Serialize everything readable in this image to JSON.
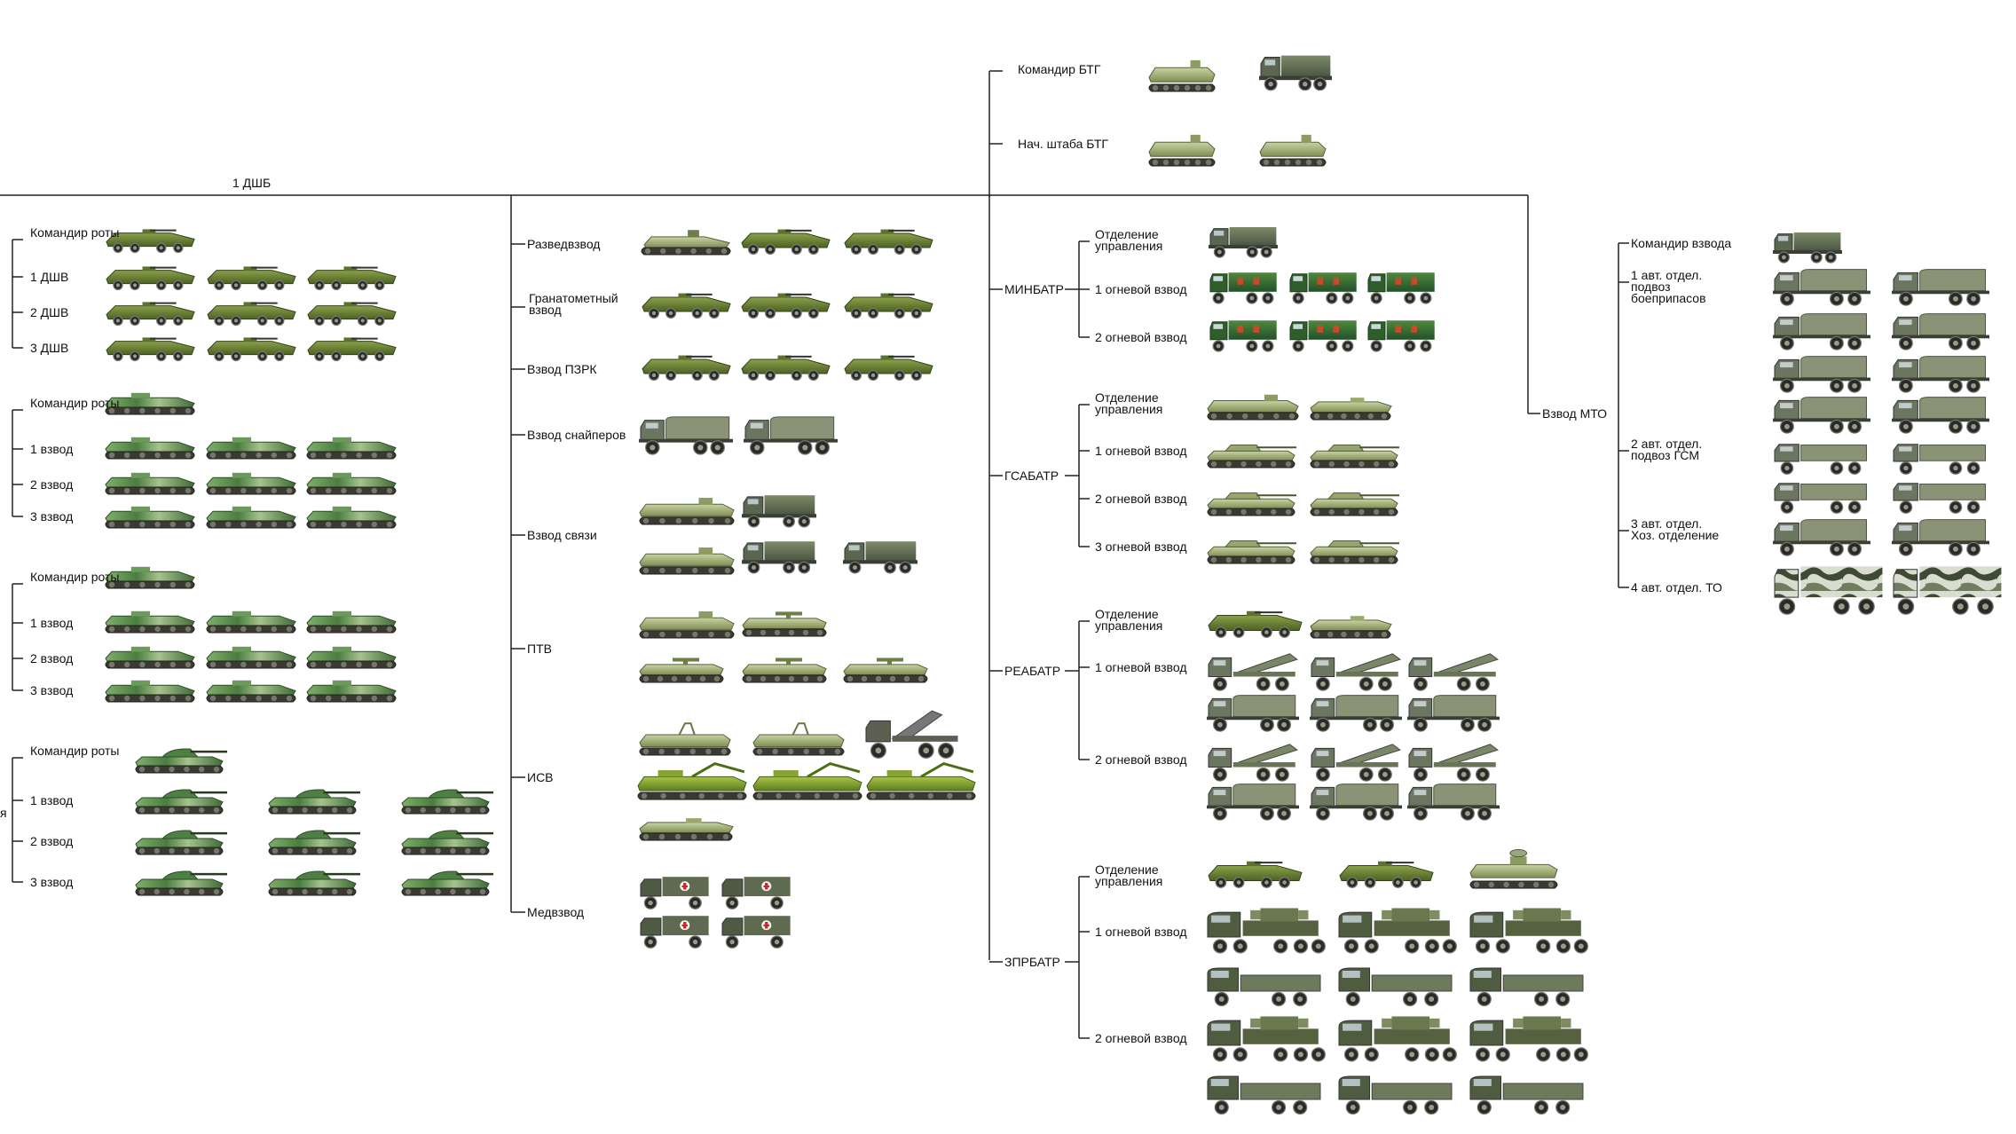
{
  "chart_data": {
    "type": "diagram",
    "subtitle": "1 ДШБ",
    "hq": [
      {
        "label": "Командир БТГ",
        "vehicles": [
          "ifv-tracked",
          "truck-box"
        ]
      },
      {
        "label": "Нач. штаба БТГ",
        "vehicles": [
          "ifv-tracked",
          "ifv-tracked"
        ]
      }
    ],
    "dshb": [
      {
        "label": "Командир роты",
        "vehicles": [
          "btr"
        ]
      },
      {
        "label": "1 ДШВ",
        "vehicles": [
          "btr",
          "btr",
          "btr"
        ]
      },
      {
        "label": "2 ДШВ",
        "vehicles": [
          "btr",
          "btr",
          "btr"
        ]
      },
      {
        "label": "3 ДШВ",
        "vehicles": [
          "btr",
          "btr",
          "btr"
        ]
      },
      {
        "label": "Командир роты",
        "vehicles": [
          "bmd"
        ]
      },
      {
        "label": "1 взвод",
        "vehicles": [
          "bmd",
          "bmd",
          "bmd"
        ]
      },
      {
        "label": "2 взвод",
        "vehicles": [
          "bmd",
          "bmd",
          "bmd"
        ]
      },
      {
        "label": "3 взвод",
        "vehicles": [
          "bmd",
          "bmd",
          "bmd"
        ]
      },
      {
        "label": "Командир роты",
        "vehicles": [
          "bmd"
        ]
      },
      {
        "label": "1 взвод",
        "vehicles": [
          "bmd",
          "bmd",
          "bmd"
        ]
      },
      {
        "label": "2 взвод",
        "vehicles": [
          "bmd",
          "bmd",
          "bmd"
        ]
      },
      {
        "label": "3 взвод",
        "vehicles": [
          "bmd",
          "bmd",
          "bmd"
        ]
      },
      {
        "label": "Командир роты",
        "vehicles": [
          "tank"
        ]
      },
      {
        "label": "1 взвод",
        "vehicles": [
          "tank",
          "tank",
          "tank"
        ]
      },
      {
        "label": "2 взвод",
        "vehicles": [
          "tank",
          "tank",
          "tank"
        ]
      },
      {
        "label": "3 взвод",
        "vehicles": [
          "tank",
          "tank",
          "tank"
        ]
      }
    ],
    "support": [
      {
        "label": "Разведвзвод",
        "vehicles": [
          "brdm",
          "btr",
          "btr"
        ]
      },
      {
        "label": "Гранатометный взвод",
        "vehicles": [
          "btr",
          "btr",
          "btr"
        ]
      },
      {
        "label": "Взвод ПЗРК",
        "vehicles": [
          "btr",
          "btr",
          "btr"
        ]
      },
      {
        "label": "Взвод снайперов",
        "vehicles": [
          "truck-canvas",
          "truck-canvas"
        ]
      },
      {
        "label": "Взвод связи",
        "vehicles": [
          "ifv-tracked",
          "truck-box",
          "ifv-tracked",
          "truck-box",
          "truck-box"
        ]
      },
      {
        "label": "ПТВ",
        "vehicles": [
          "ifv-tracked",
          "atgm",
          "atgm",
          "atgm",
          "atgm"
        ]
      },
      {
        "label": "ИСВ",
        "vehicles": [
          "eng-tracked",
          "eng-tracked",
          "crane-truck",
          "eng-green",
          "eng-green",
          "eng-green",
          "bmd-low"
        ]
      },
      {
        "label": "Медвзвод",
        "vehicles": [
          "ambulance",
          "ambulance",
          "ambulance",
          "ambulance"
        ]
      }
    ],
    "arty": [
      {
        "label": "МИНБАТР",
        "rows": [
          {
            "label": "Отделение управления",
            "vehicles": [
              "truck-box"
            ]
          },
          {
            "label": "1 огневой взвод",
            "vehicles": [
              "mortar-truck",
              "mortar-truck",
              "mortar-truck"
            ]
          },
          {
            "label": "2 огневой взвод",
            "vehicles": [
              "mortar-truck",
              "mortar-truck",
              "mortar-truck"
            ]
          }
        ]
      },
      {
        "label": "ГСАБАТР",
        "rows": [
          {
            "label": "Отделение управления",
            "vehicles": [
              "ifv-tracked",
              "bmd-low"
            ]
          },
          {
            "label": "1 огневой взвод",
            "vehicles": [
              "spg",
              "spg"
            ]
          },
          {
            "label": "2 огневой взвод",
            "vehicles": [
              "spg",
              "spg"
            ]
          },
          {
            "label": "3 огневой взвод",
            "vehicles": [
              "spg",
              "spg"
            ]
          }
        ]
      },
      {
        "label": "РЕАБАТР",
        "rows": [
          {
            "label": "Отделение управления",
            "vehicles": [
              "btr",
              "bmd-low"
            ]
          },
          {
            "label": "1 огневой взвод",
            "vehicles": [
              "mlrs",
              "mlrs",
              "mlrs",
              "truck-canvas",
              "truck-canvas",
              "truck-canvas"
            ]
          },
          {
            "label": "2 огневой взвод",
            "vehicles": [
              "mlrs",
              "mlrs",
              "mlrs",
              "truck-canvas",
              "truck-canvas",
              "truck-canvas"
            ]
          }
        ]
      },
      {
        "label": "ЗПРБАТР",
        "rows": [
          {
            "label": "Отделение управления",
            "vehicles": [
              "btr",
              "btr",
              "radar-tracked"
            ]
          },
          {
            "label": "1 огневой взвод",
            "vehicles": [
              "pantsir",
              "pantsir",
              "pantsir",
              "kamaz",
              "kamaz",
              "kamaz"
            ]
          },
          {
            "label": "2 огневой взвод",
            "vehicles": [
              "pantsir",
              "pantsir",
              "pantsir",
              "kamaz",
              "kamaz",
              "kamaz"
            ]
          }
        ]
      }
    ],
    "mto": {
      "label": "Взвод МТО",
      "rows": [
        {
          "label": "Командир взвода",
          "vehicles": [
            "truck-box"
          ]
        },
        {
          "label": "1 авт. отдел. подвоз боеприпасов",
          "vehicles": [
            "truck-canvas",
            "truck-canvas",
            "truck-canvas",
            "truck-canvas",
            "truck-canvas",
            "truck-canvas",
            "truck-canvas",
            "truck-canvas"
          ]
        },
        {
          "label": "2 авт. отдел. подвоз ГСМ",
          "vehicles": [
            "tanker",
            "tanker",
            "tanker",
            "tanker"
          ]
        },
        {
          "label": "3 авт. отдел. Хоз. отделение",
          "vehicles": [
            "truck-canvas",
            "truck-canvas"
          ]
        },
        {
          "label": "4 авт. отдел. ТО",
          "vehicles": [
            "camo-van",
            "camo-van"
          ]
        }
      ]
    },
    "cut_label": "я"
  }
}
